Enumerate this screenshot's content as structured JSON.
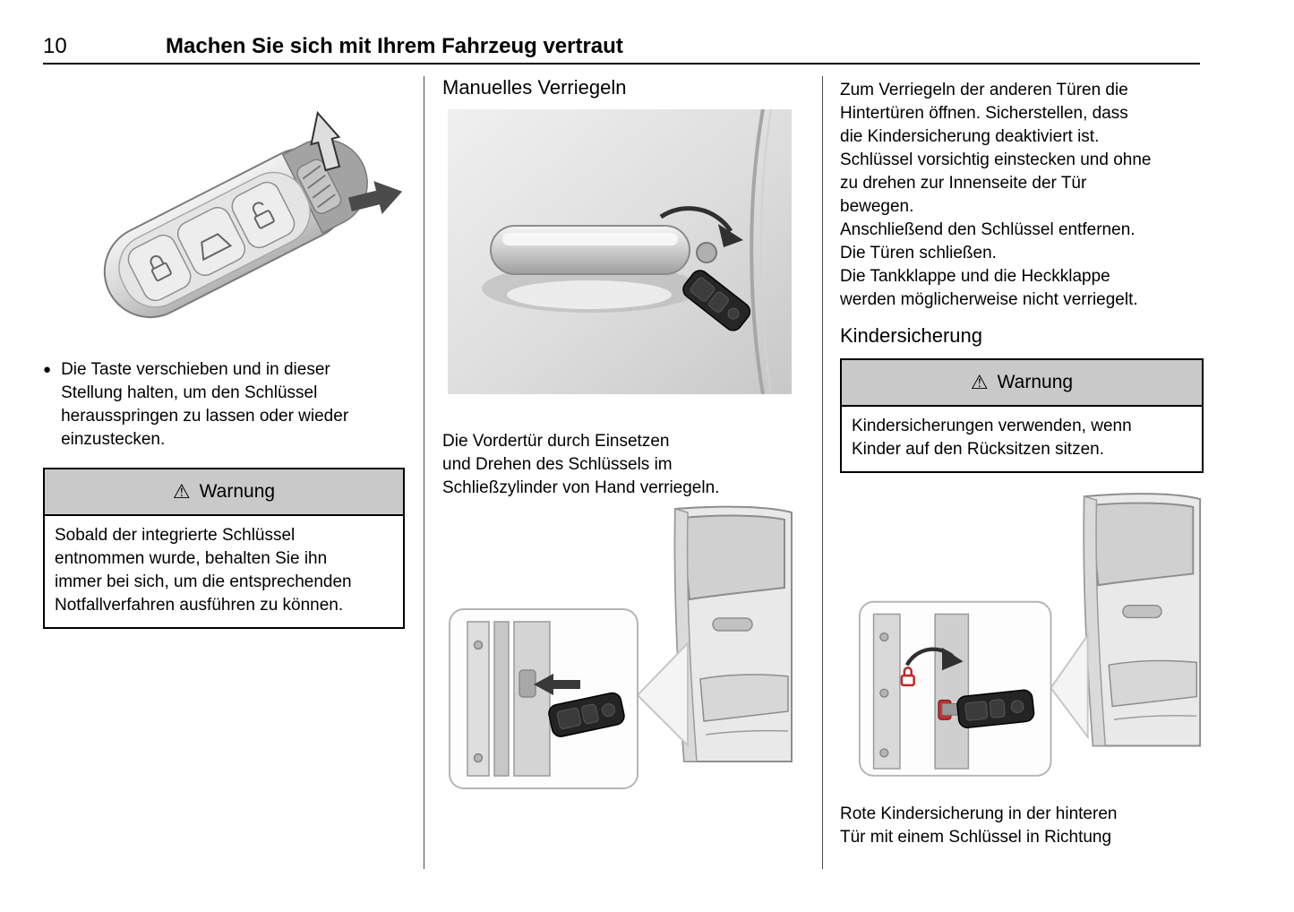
{
  "page": {
    "number": "10",
    "header_title": "Machen Sie sich mit Ihrem Fahrzeug vertraut"
  },
  "icons": {
    "warning_symbol": "⚠",
    "bullet": "●"
  },
  "col1": {
    "bullet_text": "Die Taste verschieben und in dieser\nStellung halten, um den Schlüssel\nherausspringen zu lassen oder wieder\neinzustecken.",
    "warning": {
      "title": "Warnung",
      "body": "Sobald der integrierte Schlüssel\nentnommen wurde, behalten Sie ihn\nimmer bei sich, um die entsprechenden\nNotfallverfahren ausführen zu können."
    }
  },
  "col2": {
    "heading": "Manuelles Verriegeln",
    "paragraph": "Die Vordertür durch Einsetzen\nund Drehen des Schlüssels im\nSchließzylinder von Hand verriegeln."
  },
  "col3": {
    "paragraph": "Zum Verriegeln der anderen Türen die\nHintertüren öffnen. Sicherstellen, dass\ndie Kindersicherung deaktiviert ist.\nSchlüssel vorsichtig einstecken und ohne\nzu drehen zur Innenseite der Tür\nbewegen.\nAnschließend den Schlüssel entfernen.\nDie Türen schließen.\nDie Tankklappe und die Heckklappe\nwerden möglicherweise nicht verriegelt.",
    "heading": "Kindersicherung",
    "warning": {
      "title": "Warnung",
      "body": "Kindersicherungen verwenden, wenn\nKinder auf den Rücksitzen sitzen."
    },
    "caption": "Rote Kindersicherung in der hinteren\nTür mit einem Schlüssel in Richtung"
  }
}
